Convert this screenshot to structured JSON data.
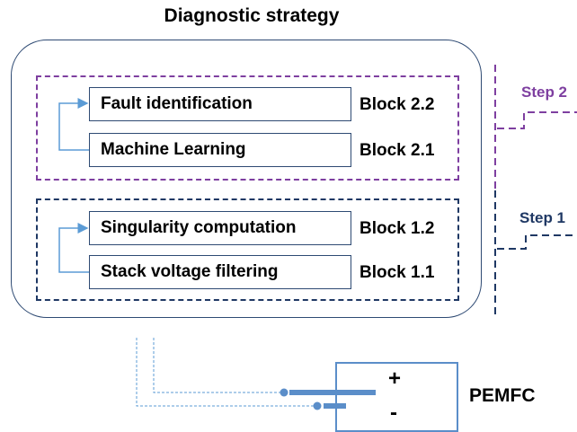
{
  "title": "Diagnostic strategy",
  "steps": [
    {
      "label": "Step 2",
      "color": "#7e3fa0",
      "blocks": [
        {
          "name": "Fault identification",
          "id": "Block 2.2"
        },
        {
          "name": "Machine Learning",
          "id": "Block 2.1"
        }
      ]
    },
    {
      "label": "Step 1",
      "color": "#1f3864",
      "blocks": [
        {
          "name": "Singularity computation",
          "id": "Block 1.2"
        },
        {
          "name": "Stack voltage filtering",
          "id": "Block 1.1"
        }
      ]
    }
  ],
  "source": {
    "label": "PEMFC",
    "plus": "+",
    "minus": "-",
    "color": "#5b8ec9"
  }
}
